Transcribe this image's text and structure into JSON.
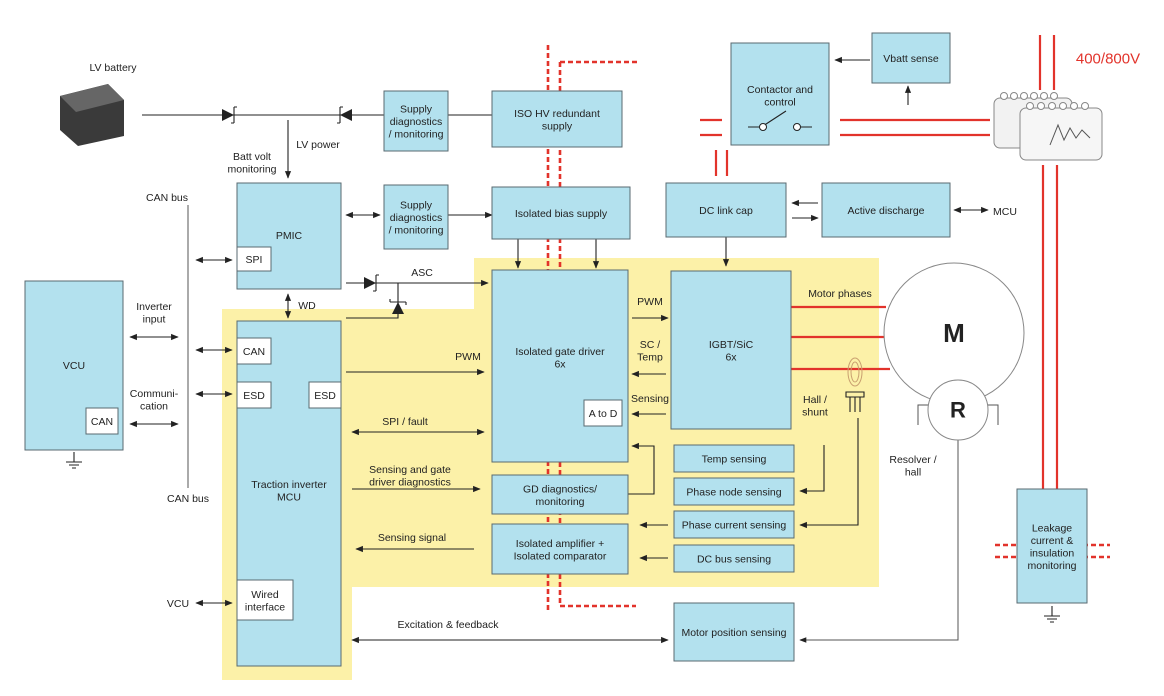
{
  "colors": {
    "block": "#b3e1ee",
    "isolated_region": "#fcf1a8",
    "high_voltage": "#e2332b",
    "wire": "#222222"
  },
  "boxes": {
    "supply_diag_1": [
      "Supply",
      "diagnostics",
      "/ monitoring"
    ],
    "iso_hv": [
      "ISO HV redundant",
      "supply"
    ],
    "contactor": [
      "Contactor and",
      "control"
    ],
    "vbatt": [
      "Vbatt sense"
    ],
    "pmic": [
      "PMIC"
    ],
    "pmic_spi": [
      "SPI"
    ],
    "supply_diag_2": [
      "Supply",
      "diagnostics",
      "/ monitoring"
    ],
    "iso_bias": [
      "Isolated bias supply"
    ],
    "dc_link": [
      "DC link cap"
    ],
    "active_discharge": [
      "Active discharge"
    ],
    "vcu": [
      "VCU"
    ],
    "vcu_can": [
      "CAN"
    ],
    "mcu": [
      "Traction inverter",
      "MCU"
    ],
    "mcu_can": [
      "CAN"
    ],
    "mcu_esd_l": [
      "ESD"
    ],
    "mcu_esd_r": [
      "ESD"
    ],
    "mcu_wired": [
      "Wired",
      "interface"
    ],
    "gate_driver": [
      "Isolated gate driver",
      "6x"
    ],
    "a_to_d": [
      "A to D"
    ],
    "igbt": [
      "IGBT/SiC",
      "6x"
    ],
    "temp": [
      "Temp sensing"
    ],
    "phase_node": [
      "Phase node sensing"
    ],
    "phase_current": [
      "Phase current sensing"
    ],
    "dc_bus": [
      "DC bus sensing"
    ],
    "gd_diag": [
      "GD diagnostics/",
      "monitoring"
    ],
    "iso_amp": [
      "Isolated amplifier +",
      "Isolated comparator"
    ],
    "motor_pos": [
      "Motor position sensing"
    ],
    "leakage": [
      "Leakage",
      "current &",
      "insulation",
      "monitoring"
    ]
  },
  "labels": {
    "lv_battery": [
      "LV battery"
    ],
    "lv_power": [
      "LV power"
    ],
    "batt_volt": [
      "Batt volt",
      "monitoring"
    ],
    "can_bus_top": [
      "CAN bus"
    ],
    "can_bus_bottom": [
      "CAN bus"
    ],
    "inverter_input": [
      "Inverter",
      "input"
    ],
    "communication": [
      "Communi-",
      "cation"
    ],
    "wd": [
      "WD"
    ],
    "asc": [
      "ASC"
    ],
    "pwm_mcu": [
      "PWM"
    ],
    "spi_fault": [
      "SPI / fault"
    ],
    "sensing_gd": [
      "Sensing and gate",
      "driver diagnostics"
    ],
    "sensing_signal": [
      "Sensing signal"
    ],
    "vcu_left": [
      "VCU"
    ],
    "excitation": [
      "Excitation & feedback"
    ],
    "pwm_gd": [
      "PWM"
    ],
    "sc_temp": [
      "SC /",
      "Temp"
    ],
    "sensing": [
      "Sensing"
    ],
    "motor_phases": [
      "Motor phases"
    ],
    "hall_shunt": [
      "Hall /",
      "shunt"
    ],
    "resolver": [
      "Resolver /",
      "hall"
    ],
    "mcu_right": [
      "MCU"
    ],
    "hv": [
      "400/800V"
    ],
    "motor": [
      "M"
    ],
    "resolver_symbol": [
      "R"
    ]
  }
}
